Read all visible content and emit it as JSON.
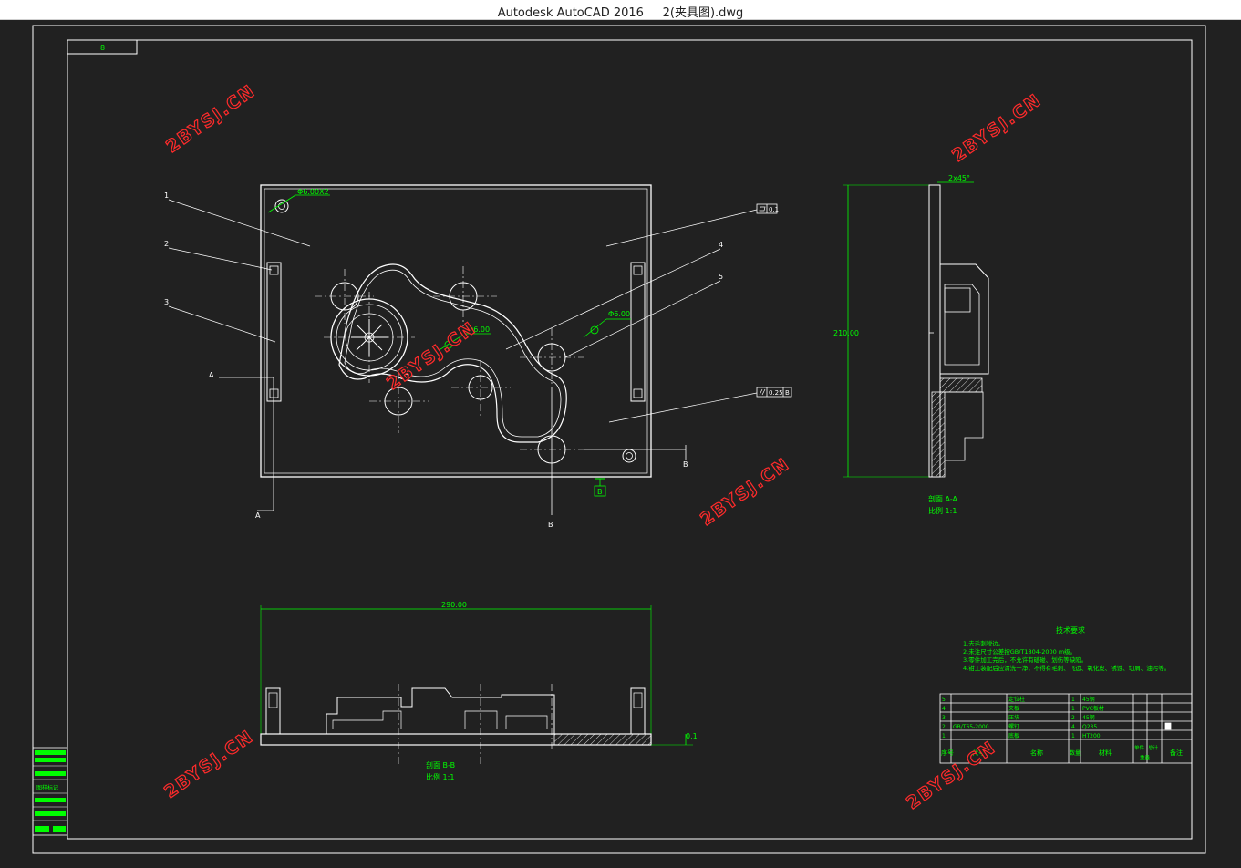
{
  "window": {
    "title": "Autodesk AutoCAD 2016     2(夹具图).dwg"
  },
  "colors": {
    "background": "#212121",
    "lines": "#ffffff",
    "dims": "#00ff00",
    "watermark": "#ff2b2b"
  },
  "watermark": {
    "text": "2BYSJ.CN"
  },
  "frame": {
    "corner_tag": "8"
  },
  "front_view": {
    "leaders": [
      "1",
      "2",
      "3",
      "4",
      "5"
    ],
    "dims": {
      "hole1": "Φ6.00X2",
      "hole2": "Φ6.00",
      "hole3": "Φ6.00"
    },
    "tolerance_flat": "0.1",
    "tolerance_par": "0.25",
    "tolerance_par_ref": "B",
    "datum_box": "B",
    "section_arrow_a_top": "A",
    "section_arrow_a_bot": "A",
    "section_arrow_b_right": "B",
    "section_arrow_b_bot": "B"
  },
  "section_aa": {
    "chamfer": "2x45°",
    "height": "210.00",
    "label": "剖面 A-A",
    "scale": "比例 1:1"
  },
  "section_bb": {
    "width": "290.00",
    "label": "剖面 B-B",
    "scale": "比例 1:1",
    "flatness": "0.1"
  },
  "tech_req": {
    "title": "技术要求",
    "items": [
      "1.去毛刺锐边。",
      "2.未注尺寸公差按GB/T1804-2000 m级。",
      "3.零件加工完后，不允许有磕碰、划伤等缺陷。",
      "4.钳工装配后应清洗干净，不得有毛刺、飞边、氧化皮、锈蚀、切屑、油污等。"
    ]
  },
  "bom": {
    "rows": [
      {
        "no": "5",
        "code": "",
        "name": "定位柱",
        "qty": "1",
        "material": "45钢"
      },
      {
        "no": "4",
        "code": "",
        "name": "夹板",
        "qty": "1",
        "material": "PVC板材"
      },
      {
        "no": "3",
        "code": "",
        "name": "压块",
        "qty": "2",
        "material": "45钢"
      },
      {
        "no": "2",
        "code": "GB/T65-2000",
        "name": "螺钉",
        "qty": "4",
        "material": "Q235"
      },
      {
        "no": "1",
        "code": "",
        "name": "底板",
        "qty": "1",
        "material": "HT200"
      }
    ],
    "header": {
      "no": "序号",
      "code": "代号",
      "name": "名称",
      "qty": "数量",
      "material": "材料",
      "unit": "单件",
      "total": "总计",
      "weight": "重量",
      "remark": "备注"
    }
  },
  "side_block": {
    "label": "图样标记"
  }
}
